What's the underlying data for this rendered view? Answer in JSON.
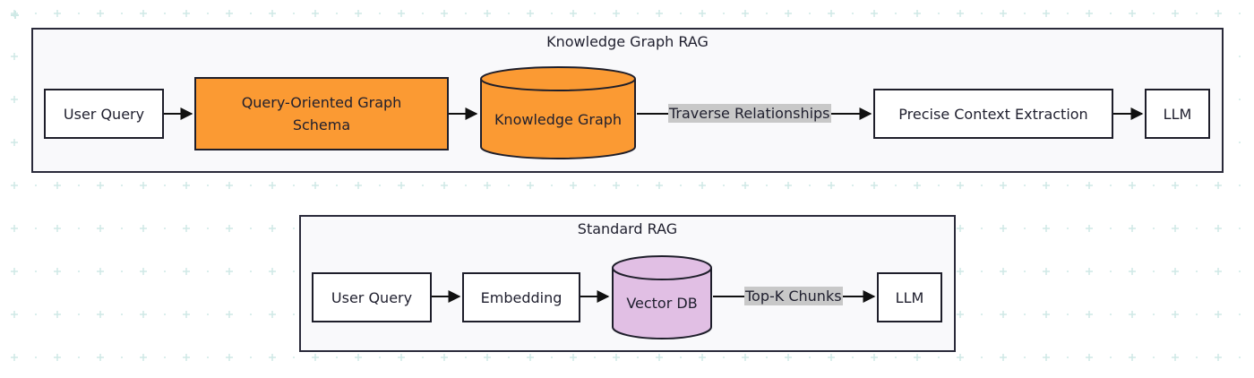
{
  "colors": {
    "orange": "#fb9a33",
    "purple": "#e1bfe4",
    "label_bg": "#c8c8c8",
    "stroke": "#1e1e2a",
    "grid_mark": "#cfe9e6"
  },
  "knowledge_graph_rag": {
    "title": "Knowledge Graph RAG",
    "user_query": "User Query",
    "schema_line1": "Query-Oriented Graph",
    "schema_line2": "Schema",
    "knowledge_graph": "Knowledge Graph",
    "edge_label": "Traverse Relationships",
    "context": "Precise Context Extraction",
    "llm": "LLM"
  },
  "standard_rag": {
    "title": "Standard RAG",
    "user_query": "User Query",
    "embedding": "Embedding",
    "vector_db": "Vector DB",
    "edge_label": "Top-K Chunks",
    "llm": "LLM"
  }
}
